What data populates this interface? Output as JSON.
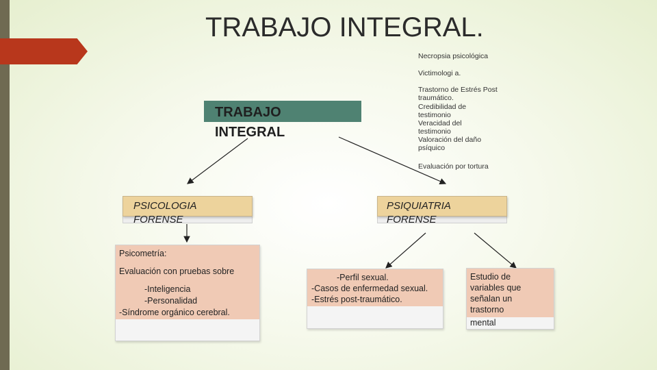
{
  "title": "TRABAJO INTEGRAL.",
  "notes": [
    "Necropsia psicológica",
    "Victimologi a.",
    "Trastorno de Estrés Post traumático.",
    "Credibilidad de testimonio",
    "Veracidad del testimonio",
    "Valoración del daño psíquico",
    "Evaluación por tortura"
  ],
  "header": {
    "line1": "TRABAJO",
    "line2": "INTEGRAL"
  },
  "left": {
    "label_line1": "PSICOLOGIA",
    "label_line2": "FORENSE",
    "lines": [
      "Psicometría:",
      "Evaluación con pruebas sobre",
      "-Inteligencia",
      "-Personalidad",
      "-Síndrome orgánico cerebral."
    ]
  },
  "right": {
    "label_line1": "PSIQUIATRIA",
    "label_line2": "FORENSE",
    "box_a": [
      "-Perfil sexual.",
      "-Casos de enfermedad sexual.",
      "-Estrés post-traumático."
    ],
    "box_b": [
      "Estudio de",
      "variables que",
      "señalan un",
      "trastorno",
      "mental"
    ]
  },
  "colors": {
    "accent_red": "#b8371c",
    "header_green": "#4f8272",
    "tab_tan": "#edd39c",
    "box_peach": "#f0cab5"
  }
}
